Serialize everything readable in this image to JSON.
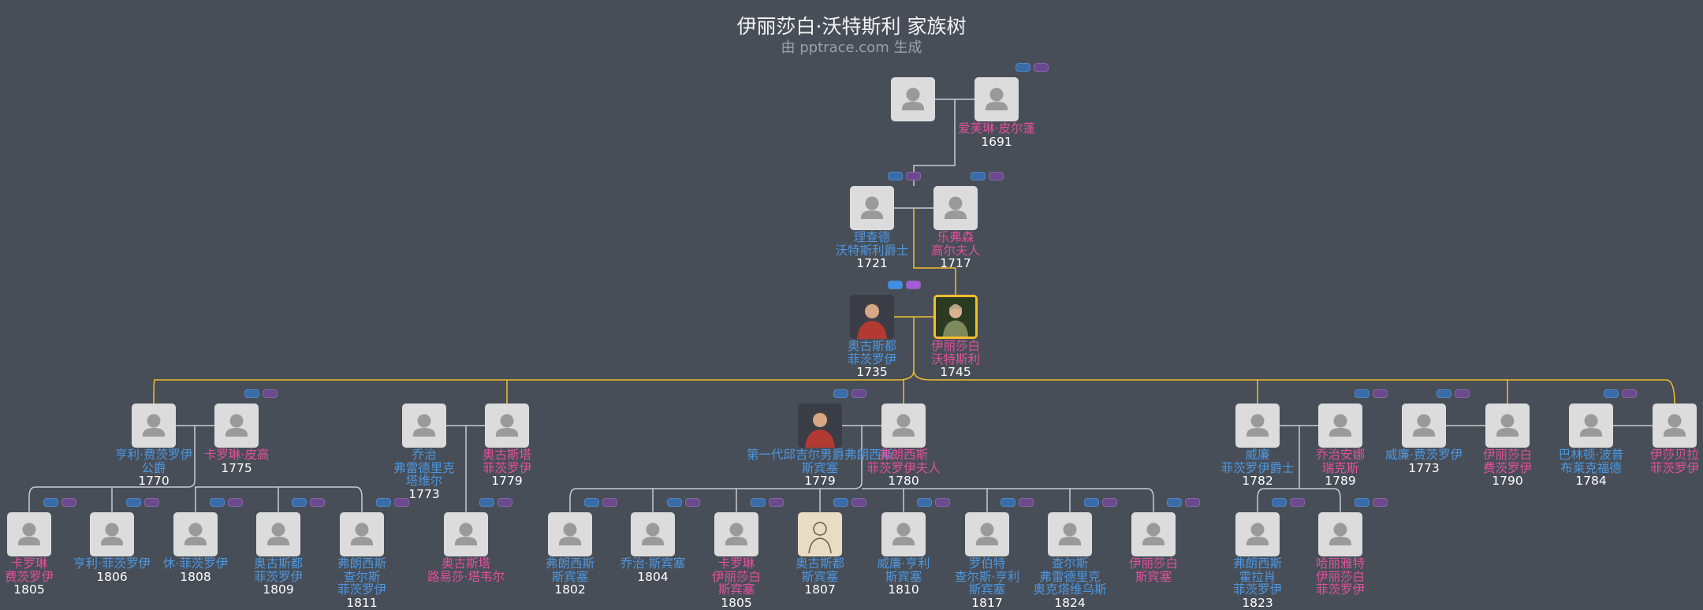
{
  "header": {
    "title": "伊丽莎白·沃特斯利 家族树",
    "subtitle": "由 pptrace.com 生成"
  },
  "colors": {
    "background": "#484e57",
    "male": "#4b97e2",
    "female": "#e2509d",
    "focus_line": "#f1be2e",
    "line": "#c9ccd1"
  },
  "people": [
    {
      "id": "p1",
      "gender": "m",
      "name": [],
      "year": "",
      "avatar": "silhouette"
    },
    {
      "id": "p2",
      "gender": "f",
      "name": [
        "爱芙琳·皮尔蓬"
      ],
      "year": "1691",
      "avatar": "silhouette"
    },
    {
      "id": "p3",
      "gender": "m",
      "name": [
        "理查德",
        "沃特斯利爵士"
      ],
      "year": "1721",
      "avatar": "silhouette"
    },
    {
      "id": "p4",
      "gender": "f",
      "name": [
        "乐弗森",
        "高尔夫人"
      ],
      "year": "1717",
      "avatar": "silhouette"
    },
    {
      "id": "p5",
      "gender": "m",
      "name": [
        "奥古斯都",
        "菲茨罗伊"
      ],
      "year": "1735",
      "avatar": "portrait"
    },
    {
      "id": "p6",
      "gender": "f",
      "name": [
        "伊丽莎白",
        "沃特斯利"
      ],
      "year": "1745",
      "avatar": "portrait-focus"
    },
    {
      "id": "c1",
      "gender": "m",
      "name": [
        "亨利·费茨罗伊",
        "公爵"
      ],
      "year": "1770",
      "avatar": "silhouette"
    },
    {
      "id": "c1s",
      "gender": "f",
      "name": [
        "卡罗琳·皮高"
      ],
      "year": "1775",
      "avatar": "silhouette"
    },
    {
      "id": "c2s",
      "gender": "m",
      "name": [
        "乔治",
        "弗雷德里克",
        "塔维尔"
      ],
      "year": "1773",
      "avatar": "silhouette"
    },
    {
      "id": "c2",
      "gender": "f",
      "name": [
        "奥古斯塔",
        "菲茨罗伊"
      ],
      "year": "1779",
      "avatar": "silhouette"
    },
    {
      "id": "c3s",
      "gender": "m",
      "name": [
        "第一代邱吉尔男爵弗朗西斯",
        "斯宾塞"
      ],
      "year": "1779",
      "avatar": "portrait"
    },
    {
      "id": "c3",
      "gender": "f",
      "name": [
        "弗朗西斯",
        "菲茨罗伊夫人"
      ],
      "year": "1780",
      "avatar": "silhouette"
    },
    {
      "id": "c4s",
      "gender": "m",
      "name": [
        "威廉",
        "菲茨罗伊爵士"
      ],
      "year": "1782",
      "avatar": "silhouette"
    },
    {
      "id": "c4",
      "gender": "f",
      "name": [
        "乔治安娜",
        "瑞克斯"
      ],
      "year": "1789",
      "avatar": "silhouette"
    },
    {
      "id": "c5s",
      "gender": "m",
      "name": [
        "威廉·费茨罗伊"
      ],
      "year": "1773",
      "avatar": "silhouette"
    },
    {
      "id": "c5",
      "gender": "f",
      "name": [
        "伊丽莎白",
        "费茨罗伊"
      ],
      "year": "1790",
      "avatar": "silhouette"
    },
    {
      "id": "c6s",
      "gender": "m",
      "name": [
        "巴林顿·波普",
        "布莱克福德"
      ],
      "year": "1784",
      "avatar": "silhouette"
    },
    {
      "id": "c6",
      "gender": "f",
      "name": [
        "伊莎贝拉",
        "菲茨罗伊"
      ],
      "year": "",
      "avatar": "silhouette"
    },
    {
      "id": "g1",
      "gender": "f",
      "name": [
        "卡罗琳",
        "费茨罗伊"
      ],
      "year": "1805",
      "avatar": "silhouette"
    },
    {
      "id": "g2",
      "gender": "m",
      "name": [
        "亨利·菲茨罗伊"
      ],
      "year": "1806",
      "avatar": "silhouette"
    },
    {
      "id": "g3",
      "gender": "m",
      "name": [
        "休·菲茨罗伊"
      ],
      "year": "1808",
      "avatar": "silhouette"
    },
    {
      "id": "g4",
      "gender": "m",
      "name": [
        "奥古斯都",
        "菲茨罗伊"
      ],
      "year": "1809",
      "avatar": "silhouette"
    },
    {
      "id": "g5",
      "gender": "m",
      "name": [
        "弗朗西斯",
        "查尔斯",
        "菲茨罗伊"
      ],
      "year": "1811",
      "avatar": "silhouette"
    },
    {
      "id": "g6",
      "gender": "f",
      "name": [
        "奥古斯塔",
        "路易莎·塔韦尔"
      ],
      "year": "",
      "avatar": "silhouette"
    },
    {
      "id": "g7",
      "gender": "m",
      "name": [
        "弗朗西斯",
        "斯宾塞"
      ],
      "year": "1802",
      "avatar": "silhouette"
    },
    {
      "id": "g8",
      "gender": "m",
      "name": [
        "乔治·斯宾塞"
      ],
      "year": "1804",
      "avatar": "silhouette"
    },
    {
      "id": "g9",
      "gender": "f",
      "name": [
        "卡罗琳",
        "伊丽莎白",
        "斯宾塞"
      ],
      "year": "1805",
      "avatar": "silhouette"
    },
    {
      "id": "g10",
      "gender": "m",
      "name": [
        "奥古斯都",
        "斯宾塞"
      ],
      "year": "1807",
      "avatar": "sketch"
    },
    {
      "id": "g11",
      "gender": "m",
      "name": [
        "威廉·亨利",
        "斯宾塞"
      ],
      "year": "1810",
      "avatar": "silhouette"
    },
    {
      "id": "g12",
      "gender": "m",
      "name": [
        "罗伯特",
        "查尔斯·亨利",
        "斯宾塞"
      ],
      "year": "1817",
      "avatar": "silhouette"
    },
    {
      "id": "g13",
      "gender": "m",
      "name": [
        "查尔斯",
        "弗雷德里克",
        "奥克塔维乌斯"
      ],
      "year": "1824",
      "avatar": "silhouette"
    },
    {
      "id": "g14",
      "gender": "f",
      "name": [
        "伊丽莎白",
        "斯宾塞"
      ],
      "year": "",
      "avatar": "silhouette"
    },
    {
      "id": "g15",
      "gender": "m",
      "name": [
        "弗朗西斯",
        "霍拉肖",
        "菲茨罗伊"
      ],
      "year": "1823",
      "avatar": "silhouette"
    },
    {
      "id": "g16",
      "gender": "f",
      "name": [
        "哈丽雅特",
        "伊丽莎白",
        "菲茨罗伊"
      ],
      "year": "",
      "avatar": "silhouette"
    }
  ]
}
